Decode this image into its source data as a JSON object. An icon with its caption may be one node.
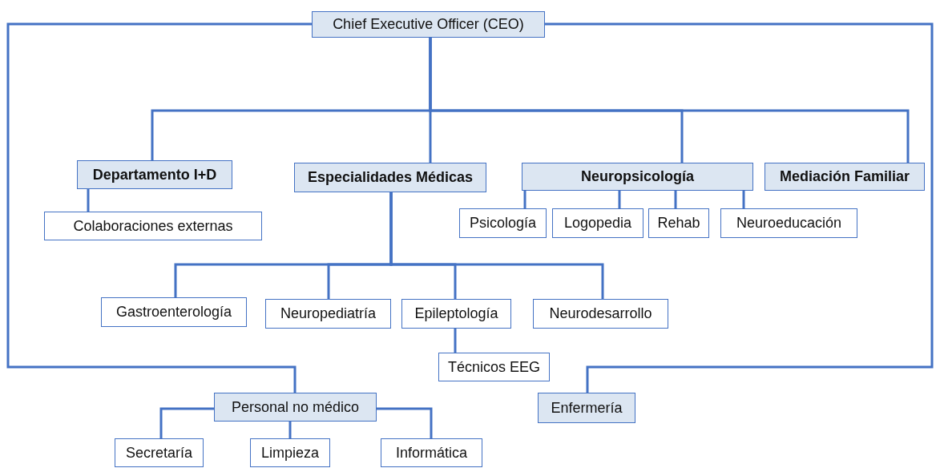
{
  "diagram": {
    "nodes": [
      {
        "text": [
          "Chief Executive Officer (CEO)"
        ]
      },
      {
        "text": [
          "Departamento I+D"
        ]
      },
      {
        "text": [
          "Colaboraciones externas"
        ]
      },
      {
        "text": [
          "Especialidades Médicas"
        ]
      },
      {
        "text": [
          "Neuropsicología"
        ]
      },
      {
        "text": [
          "Mediación Familiar"
        ]
      },
      {
        "text": [
          "Psicología"
        ]
      },
      {
        "text": [
          "Logopedia"
        ]
      },
      {
        "text": [
          "Rehab"
        ]
      },
      {
        "text": [
          "Neuroeducación"
        ]
      },
      {
        "text": [
          "Gastroenterología"
        ]
      },
      {
        "text": [
          "Neuropediatría"
        ]
      },
      {
        "text": [
          "Epileptología"
        ]
      },
      {
        "text": [
          "Neurodesarrollo"
        ]
      },
      {
        "text": [
          "Técnicos EEG"
        ]
      },
      {
        "text": [
          "Personal no médico"
        ]
      },
      {
        "text": [
          "Enfermería"
        ]
      },
      {
        "text": [
          "Secretaría"
        ]
      },
      {
        "text": [
          "Limpieza"
        ]
      },
      {
        "text": [
          "Informática"
        ]
      }
    ],
    "edges": [
      {
        "from": 0,
        "to": 1,
        "arrow": "none"
      },
      {
        "from": 0,
        "to": 3,
        "arrow": "none"
      },
      {
        "from": 0,
        "to": 4,
        "arrow": "none"
      },
      {
        "from": 0,
        "to": 5,
        "arrow": "none"
      },
      {
        "from": 0,
        "to": 15,
        "arrow": "none"
      },
      {
        "from": 0,
        "to": 16,
        "arrow": "none"
      },
      {
        "from": 1,
        "to": 2,
        "arrow": "none"
      },
      {
        "from": 3,
        "to": 10,
        "arrow": "none"
      },
      {
        "from": 3,
        "to": 11,
        "arrow": "none"
      },
      {
        "from": 3,
        "to": 12,
        "arrow": "none"
      },
      {
        "from": 3,
        "to": 13,
        "arrow": "none"
      },
      {
        "from": 4,
        "to": 6,
        "arrow": "none"
      },
      {
        "from": 4,
        "to": 7,
        "arrow": "none"
      },
      {
        "from": 4,
        "to": 8,
        "arrow": "none"
      },
      {
        "from": 4,
        "to": 9,
        "arrow": "none"
      },
      {
        "from": 12,
        "to": 14,
        "arrow": "none"
      },
      {
        "from": 15,
        "to": 17,
        "arrow": "none"
      },
      {
        "from": 15,
        "to": 18,
        "arrow": "none"
      },
      {
        "from": 15,
        "to": 19,
        "arrow": "none"
      }
    ]
  }
}
